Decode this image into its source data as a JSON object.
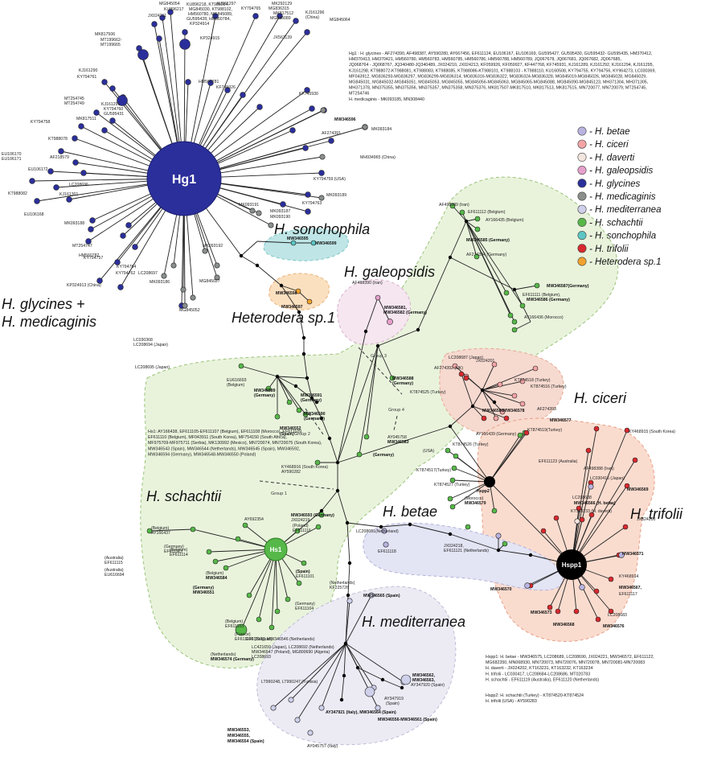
{
  "colors": {
    "betae": "#b9b4e0",
    "ciceri": "#f4a4a6",
    "daverti": "#f3e6e0",
    "galeopsidis": "#e6a0cc",
    "glycines": "#2b2f9b",
    "medicaginis": "#8a8f8c",
    "mediterranea": "#cfd0ea",
    "schachtii": "#56b848",
    "sonchophila": "#5cc6c4",
    "trifolii": "#d8292e",
    "heterodera_sp1": "#f1a22e",
    "hub_black": "#000000"
  },
  "legend": [
    {
      "key": "betae",
      "label": "- H. betae"
    },
    {
      "key": "ciceri",
      "label": "- H. ciceri"
    },
    {
      "key": "daverti",
      "label": "- H. daverti"
    },
    {
      "key": "galeopsidis",
      "label": "- H. galeopsidis"
    },
    {
      "key": "glycines",
      "label": "- H. glycines"
    },
    {
      "key": "medicaginis",
      "label": "- H. medicaginis"
    },
    {
      "key": "mediterranea",
      "label": "- H. mediterranea"
    },
    {
      "key": "schachtii",
      "label": "- H. schachtii"
    },
    {
      "key": "sonchophila",
      "label": "- H. sonchophila"
    },
    {
      "key": "trifolii",
      "label": "- H. trifolii"
    },
    {
      "key": "heterodera_sp1",
      "label": "- Heterodera sp.1"
    }
  ],
  "groups": {
    "glycines_medicaginis": [
      "H. glycines +",
      "H. medicaginis"
    ],
    "sonchophila": "H. sonchophila",
    "galeopsidis": "H. galeopsidis",
    "heterodera": "Heterodera sp.1",
    "ciceri": "H. ciceri",
    "schachtii": "H. schachtii",
    "betae": "H. betae",
    "trifolii": "H. trifolii",
    "mediterranea": "H. mediterranea"
  },
  "hubs": {
    "hg1": "Hg1",
    "hs1": "Hs1",
    "hspp1": "Hspp1",
    "hspp2": "Hspp2"
  },
  "group_markers": {
    "g1": "Group 1",
    "g2": "Group 2",
    "g3": "Group 3",
    "g4": "Group 4"
  },
  "notes": {
    "hg1": [
      "Hg1 : H. glycines - AF274390, AF498387, AY590280, AY667456, EF611124, EU106167, EU106169, GU595427, GU595430, GU595432- GU595435, HM370412,",
      "HM370413, HM370421, HM560780, HM560783, HM560785, HM560786, HM560788, HM560789, JQ067678, JQ067681, JQ067682, JQ067685,",
      "JQ068764 - JQ068767, JQ340480-JQ340489, JX024210, JX024213, KF059926, KF059927, KF447768, KF745931, KJ161289, KJ161292, KJ161294, KJ161295,",
      "KJ161298, KT988072-KT988081, KT988083, KT988085, KT988086-KT988101, KT988103 - KT988110, KU160508, KY794755, KY794756, KY964273, LC030369,",
      "MF043912, MG836293-MG836297, MG836299-MG836314, MG836316-MG836322, MG836324-MG836328, MG845019-MG845026, MG845028, MG845029,",
      "MG845031, MG845032-MG845051, MG845053, MG845055, MG845056-MG845063, MG845065-MG845088, MG845090-MG845123, MH371304, MH371305,",
      "MH371378, MN375355, MN375356, MN375357, MN375358, MN375376, MK817507-MK817510, MK817513, MK817515, MN720077, MN720079, MT254745,",
      "MT254746",
      "H. medicaginis - MK093185, MN308440"
    ],
    "hspp1": [
      "Hspp1: H. betae - MW346575, LC208689, LC208690, JX024221, MW346572, EF611122,",
      "MG682350, MN068930, MN720073, MN720076, MN720078, MN720081-MN720083",
      "H. daverti - JX024202, KT163231, KT163232, KT163234",
      "H. trifolii - LC030417, LC208684-LC208686, MT020783",
      "H. schachtii - EF611119 (Australia), EF611120 (Netherlands)"
    ],
    "hspp2": [
      "Hspp2: H. schachtii (Turkey) - KT874520-KT874524",
      "H. trifolii (USA) - AY590283"
    ],
    "hs1": [
      "Hs1: AY166438, EF611105-EF611107 (Belgium), EF611108 (Morocco), EF611109,",
      "EF611110 (Belgium), MF043911 (South Korea), MF754150 (South Africa),",
      "MF975709-MF975711 (Serbia), MK130992 (Mexico), MN720074, MN720075 (South Korea),",
      "MW346543 (Spain), MW346544 (Netherlands), MW346545 (Spain), MW346592,",
      "MW346594 (Germany), MW346548-MW346550 (Poland)"
    ]
  },
  "node_labels": [
    {
      "t": "MG845054",
      "b": 0
    },
    {
      "t": "KU896217",
      "b": 0
    },
    {
      "t": "JX024211",
      "b": 0
    },
    {
      "t": "KU896218, KT988084,",
      "b": 0
    },
    {
      "t": "MG845030, KT988102,",
      "b": 0
    },
    {
      "t": "HM560780, MG845089,",
      "b": 0
    },
    {
      "t": "GU595428, HM560784,",
      "b": 0
    },
    {
      "t": "KP324914",
      "b": 0
    },
    {
      "t": "KJ161297",
      "b": 0
    },
    {
      "t": "KY794765",
      "b": 0
    },
    {
      "t": "MK292129",
      "b": 0
    },
    {
      "t": "MG836315",
      "b": 0
    },
    {
      "t": "MK817512",
      "b": 0
    },
    {
      "t": "MG845089",
      "b": 0
    },
    {
      "t": "KJ161296",
      "b": 0
    },
    {
      "t": "(China)",
      "b": 0
    },
    {
      "t": "MG845064",
      "b": 0
    },
    {
      "t": "MK817506",
      "b": 0
    },
    {
      "t": "MT199662-",
      "b": 0
    },
    {
      "t": "MT199665",
      "b": 0
    },
    {
      "t": "KP324915",
      "b": 0
    },
    {
      "t": "JX561139",
      "b": 0
    },
    {
      "t": "KJ161290",
      "b": 0
    },
    {
      "t": "KY794761",
      "b": 0
    },
    {
      "t": "HM560781",
      "b": 0
    },
    {
      "t": "KF745926",
      "b": 0
    },
    {
      "t": "KF745930",
      "b": 0
    },
    {
      "t": "MT254745",
      "b": 0
    },
    {
      "t": "MT254749",
      "b": 0
    },
    {
      "t": "KJ161291",
      "b": 0
    },
    {
      "t": "KY794760",
      "b": 0
    },
    {
      "t": "GU595431",
      "b": 0
    },
    {
      "t": "MK817511",
      "b": 0
    },
    {
      "t": "KY794758",
      "b": 0
    },
    {
      "t": "KT988078",
      "b": 0
    },
    {
      "t": "AF218579",
      "b": 0
    },
    {
      "t": "MW346596",
      "b": 1
    },
    {
      "t": "MK093184",
      "b": 0
    },
    {
      "t": "AF274391",
      "b": 0
    },
    {
      "t": "MH934965 (China)",
      "b": 0
    },
    {
      "t": "EU106170",
      "b": 0
    },
    {
      "t": "EU106171",
      "b": 0
    },
    {
      "t": "EU106172",
      "b": 0
    },
    {
      "t": "KT988082",
      "b": 0
    },
    {
      "t": "KJ161301",
      "b": 0
    },
    {
      "t": "EU106168",
      "b": 0
    },
    {
      "t": "KY794759 (USA)",
      "b": 0
    },
    {
      "t": "LC208696",
      "b": 0
    },
    {
      "t": "MK093188",
      "b": 0
    },
    {
      "t": "MK093189",
      "b": 0
    },
    {
      "t": "KY794763",
      "b": 0
    },
    {
      "t": "MK093191",
      "b": 0
    },
    {
      "t": "MK093187",
      "b": 0
    },
    {
      "t": "MK093190",
      "b": 0
    },
    {
      "t": "MT254747",
      "b": 0
    },
    {
      "t": "KY794757",
      "b": 0
    },
    {
      "t": "HM560782",
      "b": 0
    },
    {
      "t": "KY794764",
      "b": 0
    },
    {
      "t": "KY794762",
      "b": 0
    },
    {
      "t": "LC208697",
      "b": 0
    },
    {
      "t": "KP324913 (China)",
      "b": 0
    },
    {
      "t": "MK093186",
      "b": 0
    },
    {
      "t": "MK093192",
      "b": 0
    },
    {
      "t": "MG845027",
      "b": 0
    },
    {
      "t": "MG845052",
      "b": 0
    },
    {
      "t": "LC030368",
      "b": 0
    },
    {
      "t": "LC208694 (Japan)",
      "b": 0
    },
    {
      "t": "LC208695 (Japan)",
      "b": 0
    },
    {
      "t": "MW346595",
      "b": 1
    },
    {
      "t": "MW346599",
      "b": 1
    },
    {
      "t": "MW346598",
      "b": 1
    },
    {
      "t": "MW346597",
      "b": 1
    },
    {
      "t": "AF498390 (Iran)",
      "b": 0
    },
    {
      "t": "MW346581,",
      "b": 1
    },
    {
      "t": "MW346582 (Germany)",
      "b": 1
    },
    {
      "t": "AF498389 (Iran)",
      "b": 0
    },
    {
      "t": "EF611112 (Belgium)",
      "b": 0
    },
    {
      "t": "AY166435 (Belgium)",
      "b": 0
    },
    {
      "t": "MW346585 (Germany)",
      "b": 1
    },
    {
      "t": "AF274394 (Germany)",
      "b": 0
    },
    {
      "t": "MW346587(Germany)",
      "b": 1
    },
    {
      "t": "EF611111 (Belgium),",
      "b": 0
    },
    {
      "t": "MW346586 (Germany)",
      "b": 1
    },
    {
      "t": "AY166436 (Morocco)",
      "b": 0
    },
    {
      "t": "EU616693",
      "b": 0
    },
    {
      "t": "(Belgium)",
      "b": 0
    },
    {
      "t": "MW346588",
      "b": 1
    },
    {
      "t": "(Germany)",
      "b": 1
    },
    {
      "t": "MW346589",
      "b": 1
    },
    {
      "t": "(Germany)",
      "b": 1
    },
    {
      "t": "MW346591",
      "b": 1
    },
    {
      "t": "(Germany)",
      "b": 1
    },
    {
      "t": "MW346590",
      "b": 1
    },
    {
      "t": "(Germany)",
      "b": 1
    },
    {
      "t": "MW346552",
      "b": 1
    },
    {
      "t": "(Spain)",
      "b": 1
    },
    {
      "t": "LC208687 (Japan)",
      "b": 0
    },
    {
      "t": "JX024201",
      "b": 0
    },
    {
      "t": "AF274392 (UK)",
      "b": 0
    },
    {
      "t": "KT874518 (Turkey)",
      "b": 0
    },
    {
      "t": "KT874516 (Turkey)",
      "b": 0
    },
    {
      "t": "AF274393",
      "b": 0
    },
    {
      "t": "KT874525 (Turkey)",
      "b": 0
    },
    {
      "t": "MW346580",
      "b": 1
    },
    {
      "t": "MW346578",
      "b": 1
    },
    {
      "t": "AY045758",
      "b": 0
    },
    {
      "t": "MW346583",
      "b": 1
    },
    {
      "t": "(Germany)",
      "b": 1
    },
    {
      "t": "AY166439 (Germany)",
      "b": 0
    },
    {
      "t": "KT874526 (Turkey)",
      "b": 0
    },
    {
      "t": "KT874519(Turkey)",
      "b": 0
    },
    {
      "t": "MW346577",
      "b": 1
    },
    {
      "t": "KY468915 (South Korea)",
      "b": 0
    },
    {
      "t": "EF611123 (Australia)",
      "b": 0
    },
    {
      "t": "KY468916 (South Korea)",
      "b": 0
    },
    {
      "t": "AY590282",
      "b": 0
    },
    {
      "t": "(USA)",
      "b": 0
    },
    {
      "t": "KT874517(Turkey)",
      "b": 0
    },
    {
      "t": "KT874527 (Turkey)",
      "b": 0
    },
    {
      "t": "AF498388 (Iran)",
      "b": 0
    },
    {
      "t": "LC030416 (Japan)",
      "b": 0
    },
    {
      "t": "MW346569",
      "b": 1
    },
    {
      "t": "LC208688",
      "b": 0
    },
    {
      "t": "MW346566 (H. betae)",
      "b": 1
    },
    {
      "t": "KT163233 (H. daverti)",
      "b": 0
    },
    {
      "t": "JX024200",
      "b": 0
    },
    {
      "t": "AY692354",
      "b": 0
    },
    {
      "t": "MW346593 (Germany)",
      "b": 1
    },
    {
      "t": "JX024219",
      "b": 0
    },
    {
      "t": "(Poland)",
      "b": 0
    },
    {
      "t": "EF611116",
      "b": 0
    },
    {
      "t": "(Belgium)",
      "b": 0
    },
    {
      "t": "AY166437",
      "b": 0
    },
    {
      "t": "(Belgium)",
      "b": 0
    },
    {
      "t": "EF611114",
      "b": 0
    },
    {
      "t": "(Australia)",
      "b": 0
    },
    {
      "t": "EF611115",
      "b": 0
    },
    {
      "t": "(Germany)",
      "b": 0
    },
    {
      "t": "EF611113",
      "b": 0
    },
    {
      "t": "(Australia)",
      "b": 0
    },
    {
      "t": "EU616694",
      "b": 0
    },
    {
      "t": "(Belgium)",
      "b": 0
    },
    {
      "t": "MW346584",
      "b": 1
    },
    {
      "t": "(Germany)",
      "b": 1
    },
    {
      "t": "MW346551",
      "b": 1
    },
    {
      "t": "(Spain)",
      "b": 1
    },
    {
      "t": "EF611101",
      "b": 0
    },
    {
      "t": "(Netherlands)",
      "b": 0
    },
    {
      "t": "KF225726",
      "b": 0
    },
    {
      "t": "(Germany)",
      "b": 0
    },
    {
      "t": "EF611104",
      "b": 0
    },
    {
      "t": "(Belgium)",
      "b": 0
    },
    {
      "t": "EF611103",
      "b": 0
    },
    {
      "t": "(France)",
      "b": 0
    },
    {
      "t": "EF611100 (Belgium)",
      "b": 0
    },
    {
      "t": "EF611102, MW346546 (Netherlands)",
      "b": 0
    },
    {
      "t": "LC421659 (Japan), LC208692 (Netherlands)",
      "b": 0
    },
    {
      "t": "MW346547 (Poland), MG800690 (Algeria)",
      "b": 0
    },
    {
      "t": "LC208693",
      "b": 0
    },
    {
      "t": "(Netherlands)",
      "b": 0
    },
    {
      "t": "MW346574 (Germany)",
      "b": 1
    },
    {
      "t": "LC208691(Netherland)",
      "b": 0
    },
    {
      "t": "EF611118",
      "b": 0
    },
    {
      "t": "(Morocco)",
      "b": 0
    },
    {
      "t": "MW346579",
      "b": 1
    },
    {
      "t": "JX024218,",
      "b": 0
    },
    {
      "t": "EF611121 (Netherlands)",
      "b": 0
    },
    {
      "t": "MW346571",
      "b": 1
    },
    {
      "t": "KY468914",
      "b": 0
    },
    {
      "t": "MW346570",
      "b": 1
    },
    {
      "t": "MW346567,",
      "b": 1
    },
    {
      "t": "EF611117",
      "b": 0
    },
    {
      "t": "MW346573",
      "b": 1
    },
    {
      "t": "LC208683",
      "b": 0
    },
    {
      "t": "MW346568",
      "b": 1
    },
    {
      "t": "MW346576",
      "b": 1
    },
    {
      "t": "MW346565 (Spain)",
      "b": 1
    },
    {
      "t": "LT990248, LT990247 (Tunisia)",
      "b": 0
    },
    {
      "t": "AY347919",
      "b": 0
    },
    {
      "t": "(Spain)",
      "b": 0
    },
    {
      "t": "MW346562,",
      "b": 1
    },
    {
      "t": "MW346563,",
      "b": 1
    },
    {
      "t": "AY347920 (Spain)",
      "b": 0
    },
    {
      "t": "MW346556-MW346561 (Spain)",
      "b": 1
    },
    {
      "t": "AY347921 (Italy), MW346564 (Spain)",
      "b": 1
    },
    {
      "t": "MW346553,",
      "b": 1
    },
    {
      "t": "MW346555,",
      "b": 1
    },
    {
      "t": "MW346554 (Spain)",
      "b": 1
    },
    {
      "t": "AY045757 (Italy)",
      "b": 0
    }
  ]
}
